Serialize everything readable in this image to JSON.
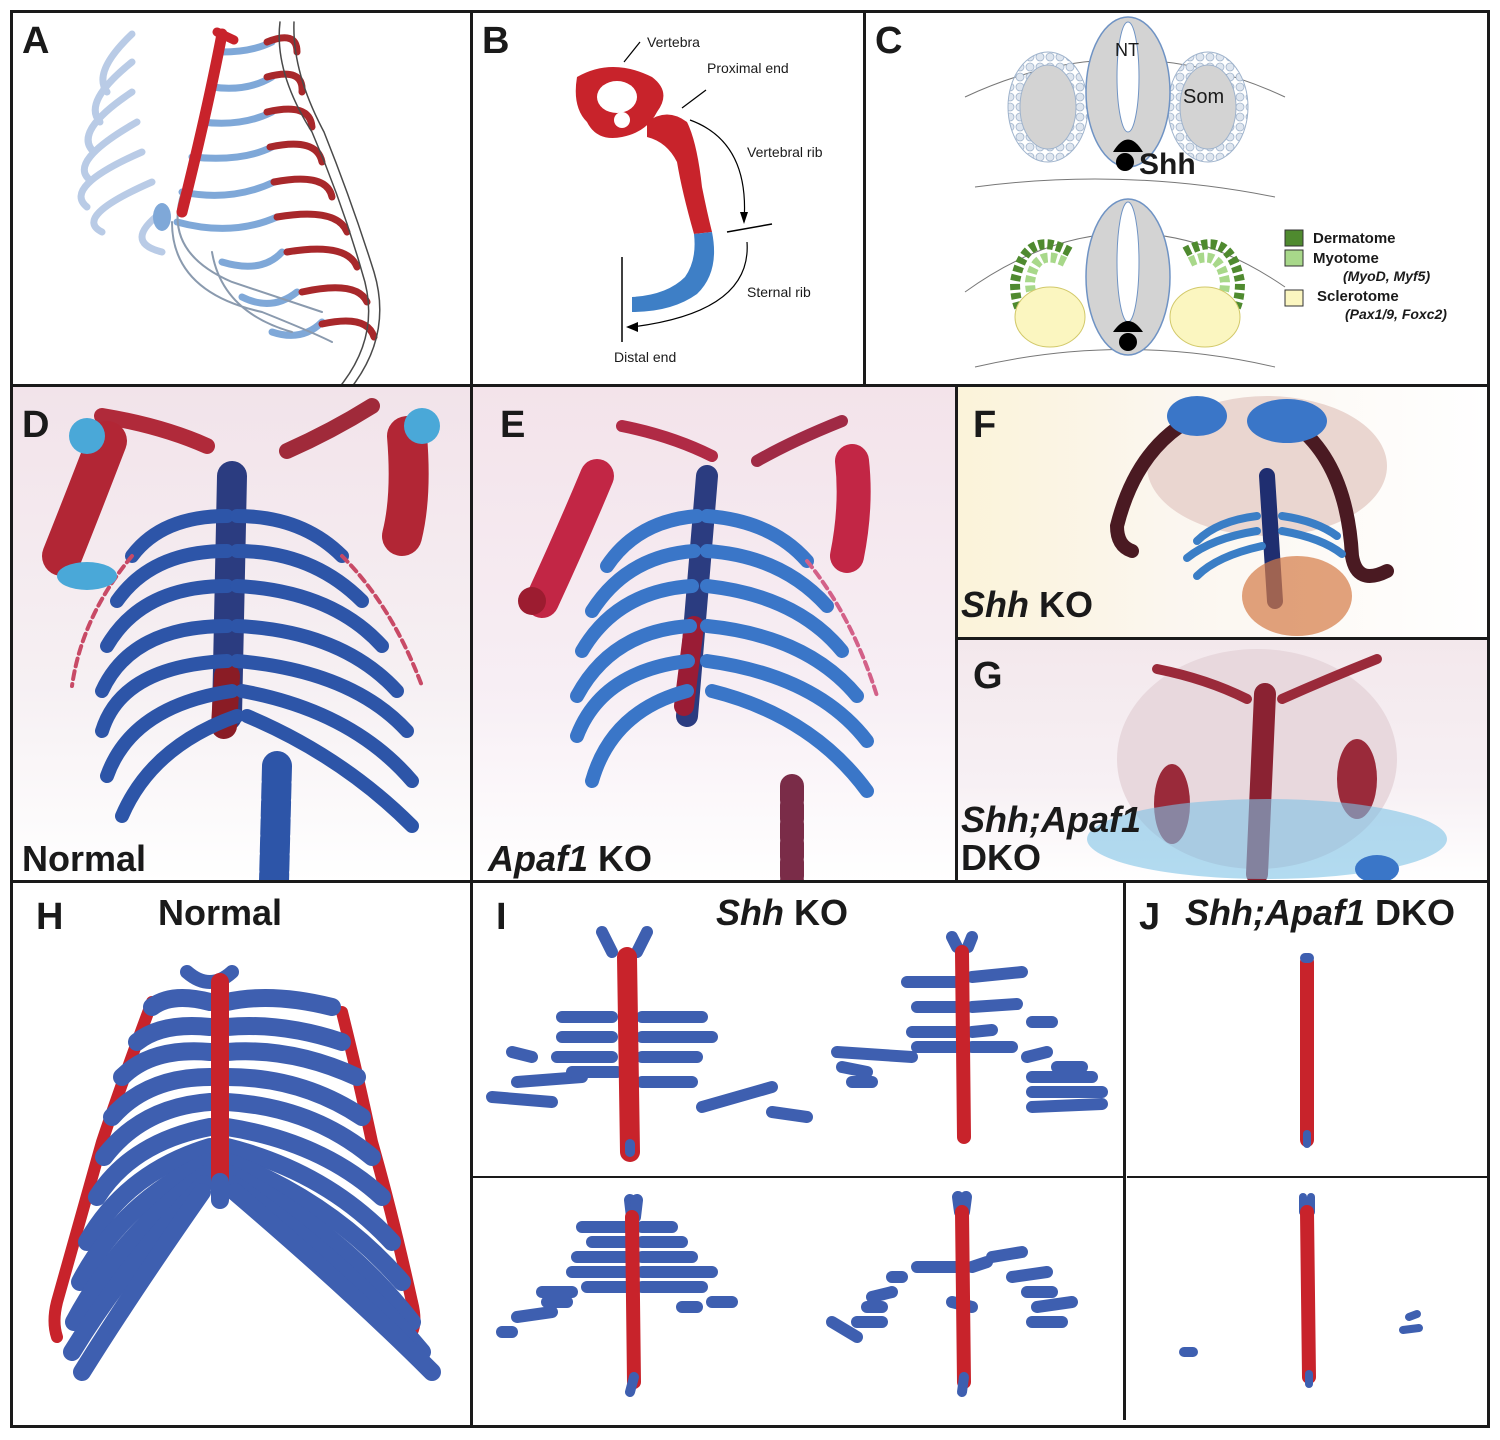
{
  "panels": {
    "A": {
      "letter": "A"
    },
    "B": {
      "letter": "B",
      "labels": {
        "vertebra": "Vertebra",
        "proximal": "Proximal end",
        "vertebral_rib": "Vertebral rib",
        "sternal_rib": "Sternal rib",
        "distal": "Distal end"
      }
    },
    "C": {
      "letter": "C",
      "labels": {
        "nt": "NT",
        "som": "Som",
        "shh": "Shh"
      },
      "legend": [
        {
          "name": "Dermatome",
          "sub": "",
          "color": "#4f8a2f"
        },
        {
          "name": "Myotome",
          "sub": "(MyoD, Myf5)",
          "color": "#a8d88a"
        },
        {
          "name": "Sclerotome",
          "sub": "(Pax1/9, Foxc2)",
          "color": "#fbf6c0"
        }
      ]
    },
    "D": {
      "letter": "D",
      "caption": "Normal"
    },
    "E": {
      "letter": "E",
      "caption_italic": "Apaf1",
      "caption_rest": " KO"
    },
    "F": {
      "letter": "F",
      "caption_italic": "Shh",
      "caption_rest": " KO"
    },
    "G": {
      "letter": "G",
      "caption_italic": "Shh;Apaf1",
      "caption_line2": "DKO"
    },
    "H": {
      "letter": "H",
      "title": "Normal"
    },
    "I": {
      "letter": "I",
      "title_italic": "Shh",
      "title_rest": " KO"
    },
    "J": {
      "letter": "J",
      "title_italic": "Shh;Apaf1",
      "title_rest": " DKO"
    }
  },
  "colors": {
    "bone_red": "#c8232b",
    "cartilage_blue": "#3e5fb0",
    "light_blue": "#7fa8d8",
    "frame": "#1a1a1a"
  }
}
